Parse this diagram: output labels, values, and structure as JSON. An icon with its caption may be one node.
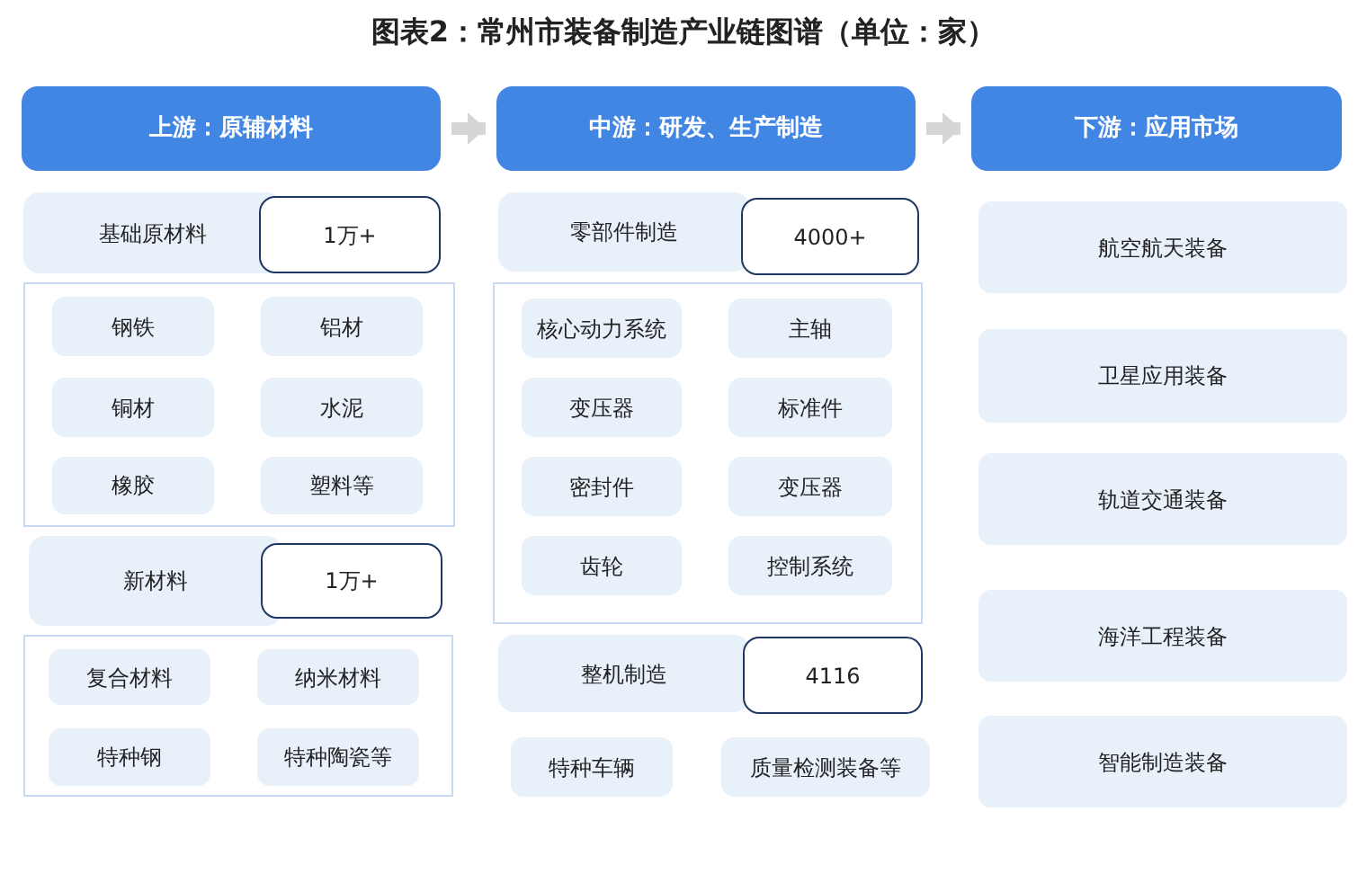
{
  "diagram": {
    "title": "图表2：常州市装备制造产业链图谱（单位：家）",
    "nodes": [
      {
        "text": [
          "上游：原辅材料"
        ]
      },
      {
        "text": [
          "中游：研发、生产制造"
        ]
      },
      {
        "text": [
          "下游：应用市场"
        ]
      },
      {
        "text": [
          "基础原材料"
        ]
      },
      {
        "text": [
          "1万+"
        ]
      },
      {
        "text": [],
        "shape": "box"
      },
      {
        "text": [
          "钢铁"
        ],
        "in": 5
      },
      {
        "text": [
          "铝材"
        ],
        "in": 5
      },
      {
        "text": [
          "铜材"
        ],
        "in": 5
      },
      {
        "text": [
          "水泥"
        ],
        "in": 5
      },
      {
        "text": [
          "橡胶"
        ],
        "in": 5
      },
      {
        "text": [
          "塑料等"
        ],
        "in": 5
      },
      {
        "text": [
          "新材料"
        ]
      },
      {
        "text": [
          "1万+"
        ]
      },
      {
        "text": [],
        "shape": "box"
      },
      {
        "text": [
          "复合材料"
        ],
        "in": 14
      },
      {
        "text": [
          "纳米材料"
        ],
        "in": 14
      },
      {
        "text": [
          "特种钢"
        ],
        "in": 14
      },
      {
        "text": [
          "特种陶瓷等"
        ],
        "in": 14
      },
      {
        "text": [
          "零部件制造"
        ]
      },
      {
        "text": [
          "4000+"
        ]
      },
      {
        "text": [],
        "shape": "box"
      },
      {
        "text": [
          "核心动力系统"
        ],
        "in": 21
      },
      {
        "text": [
          "主轴"
        ],
        "in": 21
      },
      {
        "text": [
          "变压器"
        ],
        "in": 21
      },
      {
        "text": [
          "标准件"
        ],
        "in": 21
      },
      {
        "text": [
          "密封件"
        ],
        "in": 21
      },
      {
        "text": [
          "变压器"
        ],
        "in": 21
      },
      {
        "text": [
          "齿轮"
        ],
        "in": 21
      },
      {
        "text": [
          "控制系统"
        ],
        "in": 21
      },
      {
        "text": [
          "整机制造"
        ]
      },
      {
        "text": [
          "4116"
        ]
      },
      {
        "text": [
          "特种车辆"
        ]
      },
      {
        "text": [
          "质量检测装备等"
        ]
      },
      {
        "text": [
          "航空航天装备"
        ]
      },
      {
        "text": [
          "卫星应用装备"
        ]
      },
      {
        "text": [
          "轨道交通装备"
        ]
      },
      {
        "text": [
          "海洋工程装备"
        ]
      },
      {
        "text": [
          "智能制造装备"
        ]
      }
    ],
    "edges": [
      {
        "from": 0,
        "to": 1,
        "arrow": "to"
      },
      {
        "from": 1,
        "to": 2,
        "arrow": "to"
      }
    ]
  }
}
